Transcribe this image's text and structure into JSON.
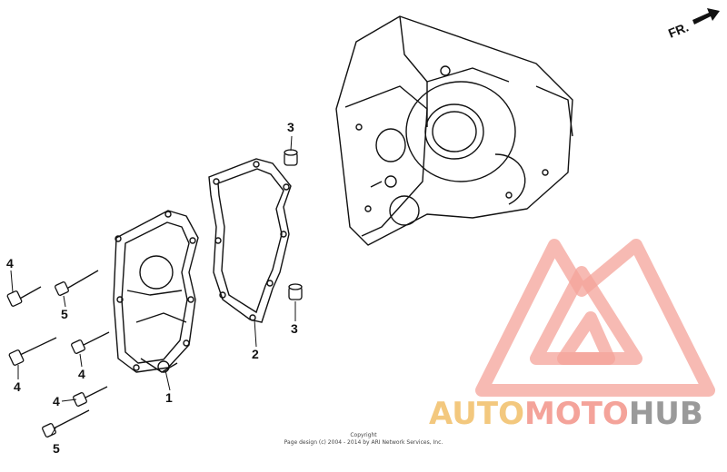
{
  "direction_marker": {
    "label": "FR."
  },
  "callouts": {
    "n1": "1",
    "n2": "2",
    "n3a": "3",
    "n3b": "3",
    "n4a": "4",
    "n4b": "4",
    "n4c": "4",
    "n4d": "4",
    "n5a": "5",
    "n5b": "5"
  },
  "watermark": {
    "part1": "AUTO",
    "part2": "MOTO",
    "part3": "HUB",
    "colors": {
      "auto": "#f3c87e",
      "moto": "#f4a39a",
      "hub": "#9a9a9a",
      "triangle": "#f4a39a"
    }
  },
  "copyright": {
    "line1": "Copyright",
    "line2": "Page design (c) 2004 - 2014 by ARI Network Services, Inc."
  }
}
